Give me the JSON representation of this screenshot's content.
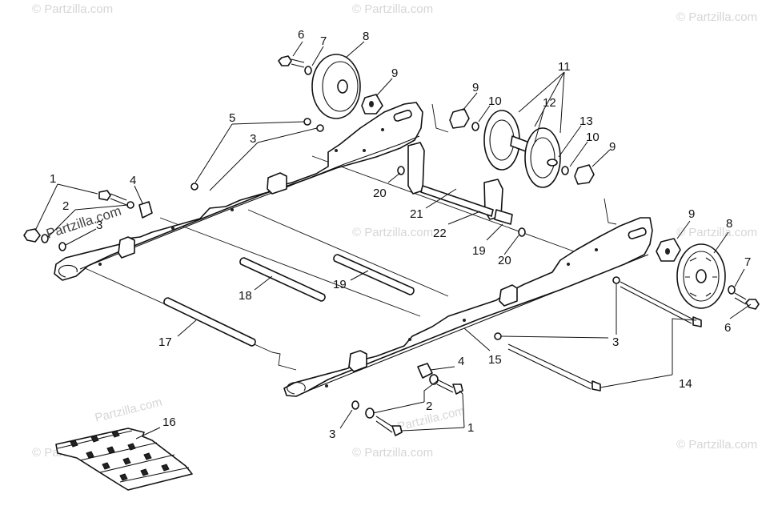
{
  "watermark": {
    "text": "© Partzilla.com",
    "brand": "Partzilla.com"
  },
  "callouts": [
    "1",
    "2",
    "3",
    "4",
    "5",
    "6",
    "7",
    "8",
    "9",
    "10",
    "11",
    "12",
    "13",
    "14",
    "15",
    "16",
    "17",
    "18",
    "19",
    "20",
    "21",
    "22"
  ],
  "colors": {
    "line": "#111111",
    "background": "#ffffff",
    "watermark": "#d6d6d6"
  }
}
